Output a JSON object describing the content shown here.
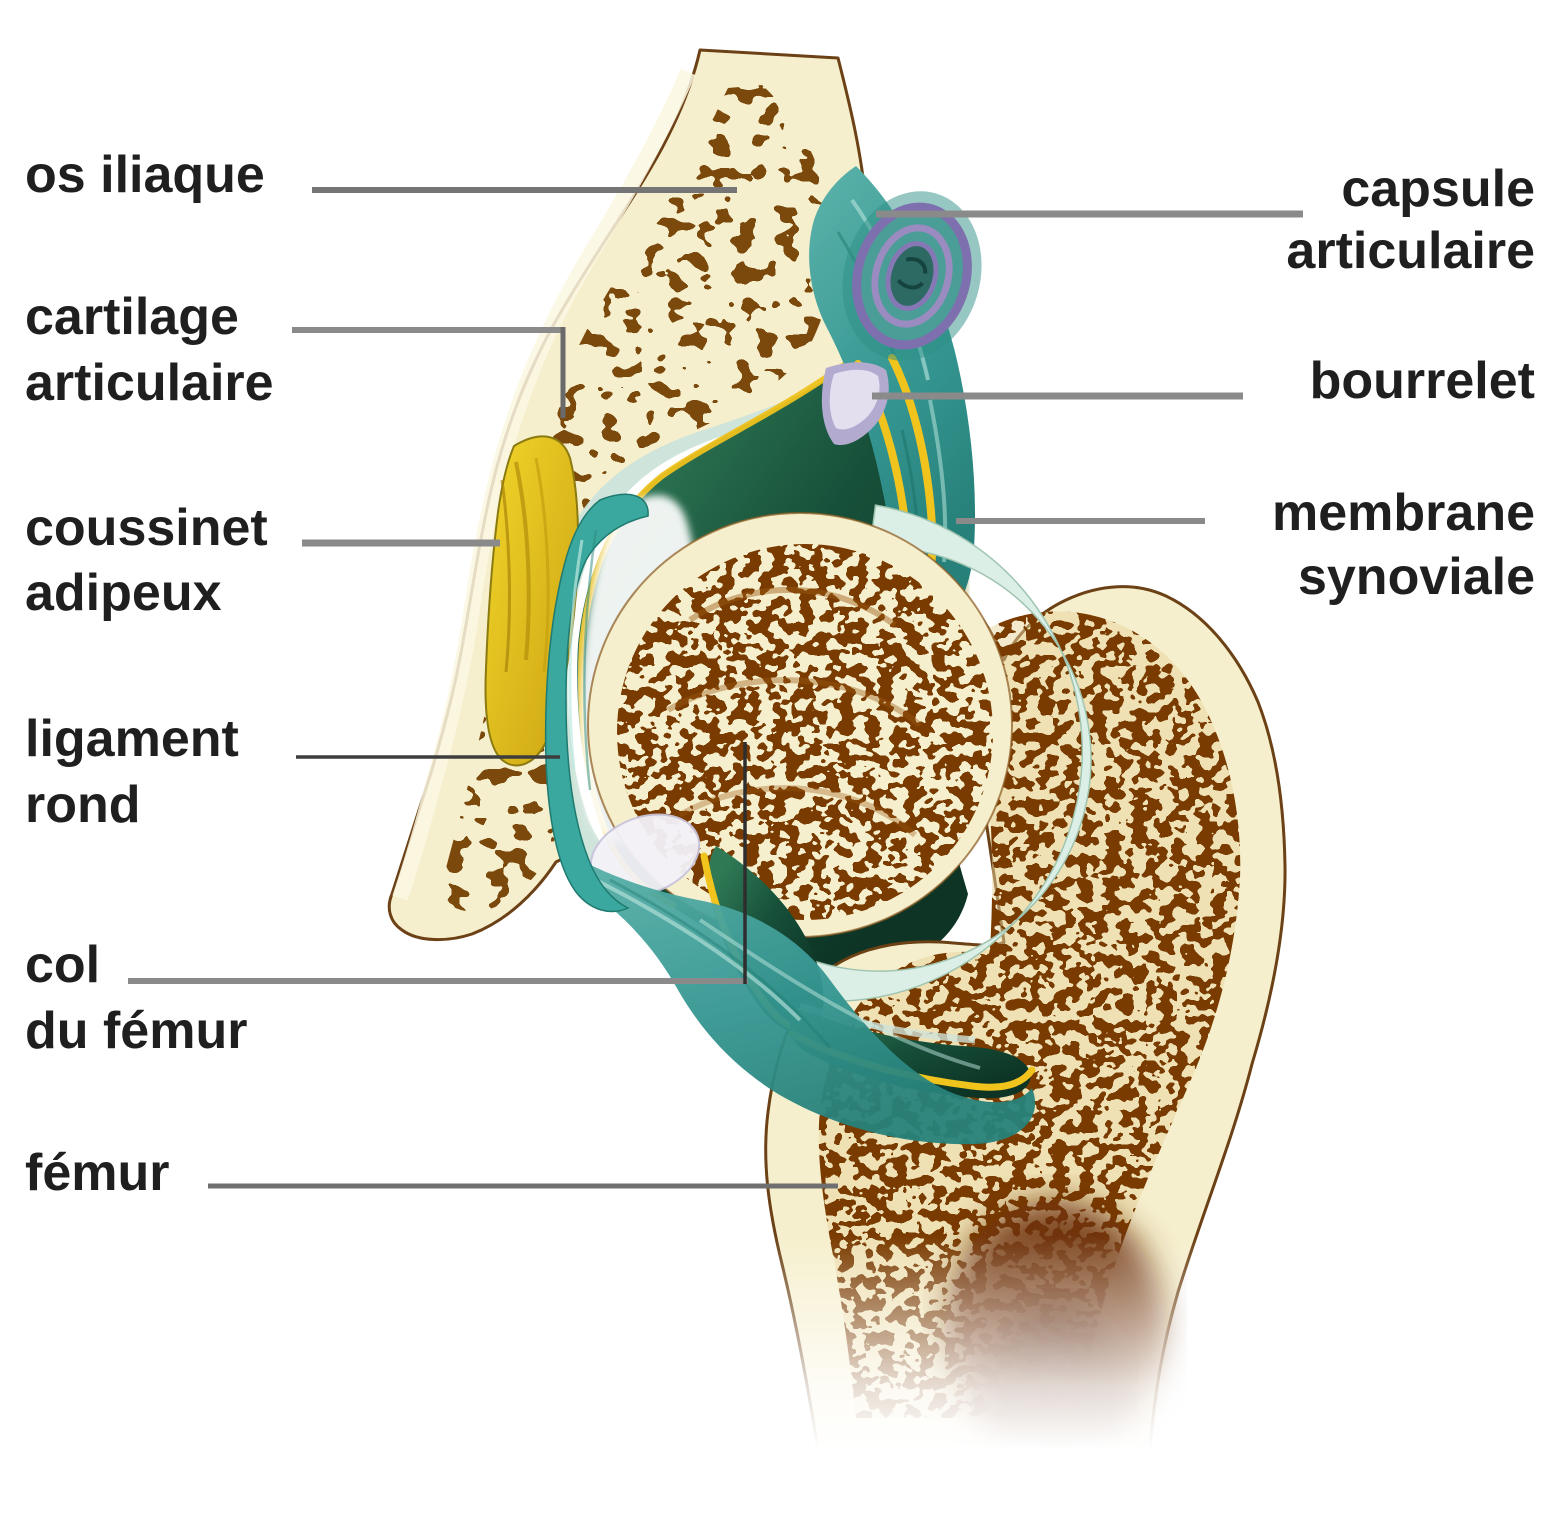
{
  "labels": {
    "os_iliaque": {
      "text": "os iliaque"
    },
    "cartilage_articulaire": {
      "line1": "cartilage",
      "line2": "articulaire"
    },
    "coussinet_adipeux": {
      "line1": "coussinet",
      "line2": "adipeux"
    },
    "ligament_rond": {
      "line1": "ligament",
      "line2": "rond"
    },
    "col_du_femur": {
      "line1": "col",
      "line2": "du fémur"
    },
    "femur": {
      "text": "fémur"
    },
    "capsule_articulaire": {
      "line1": "capsule",
      "line2": "articulaire"
    },
    "bourrelet": {
      "text": "bourrelet"
    },
    "membrane_synoviale": {
      "line1": "membrane",
      "line2": "synoviale"
    }
  },
  "colors": {
    "background": "#ffffff",
    "label_text": "#1f1f1f",
    "leader_gray": "#8a8a8a",
    "leader_dark": "#3d3d3d",
    "bone_cream": "#f6efcd",
    "bone_outline": "#6b4115",
    "spongy_brown": "#7c480e",
    "trabecular_brown": "#7a3a06",
    "cavity_green_dark": "#0d3425",
    "cavity_green_light": "#2f7a55",
    "capsule_teal": "#3f9f97",
    "synovial_yellow": "#f0c31d",
    "fat_pad_yellow": "#e7c71f",
    "cartilage_pale": "#d8ebe1",
    "labrum_lavender": "#b3aacf"
  }
}
